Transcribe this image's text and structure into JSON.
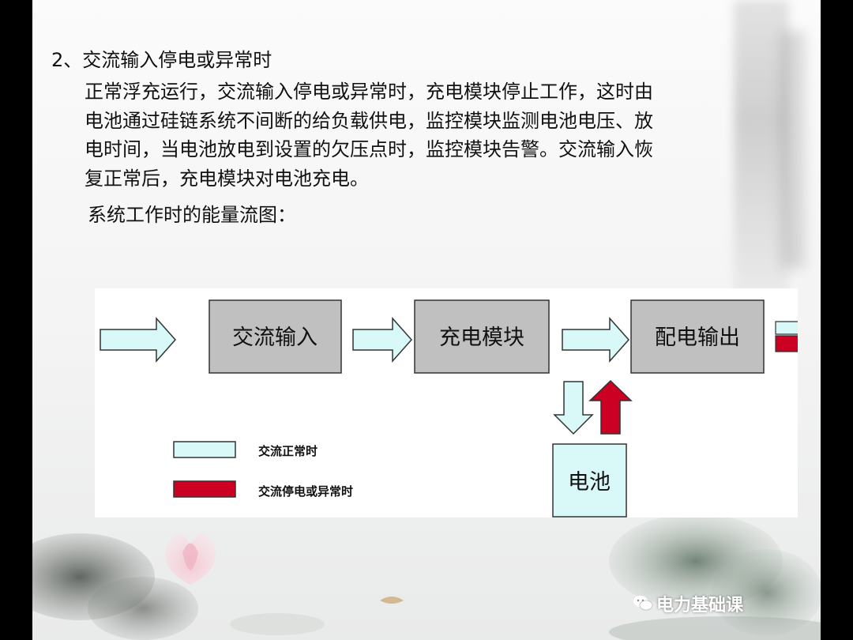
{
  "slide": {
    "heading": "2、交流输入停电或异常时",
    "lines": [
      "正常浮充运行，交流输入停电或异常时，充电模块停止工作，这时由",
      "电池通过硅链系统不间断的给负载供电，监控模块监测电池电压、放",
      "电时间，当电池放电到设置的欠压点时，监控模块告警。交流输入恢",
      "复正常后，充电模块对电池充电。"
    ],
    "caption": "系统工作时的能量流图："
  },
  "diagram": {
    "boxes": {
      "ac_input": "交流输入",
      "charger": "充电模块",
      "distribution": "配电输出",
      "battery": "电池"
    },
    "legend": {
      "normal": "交流正常时",
      "fault": "交流停电或异常时"
    },
    "colors": {
      "normal_arrow": "#d9f8f8",
      "fault_arrow": "#cc0022",
      "box_fill": "#c0c0c0",
      "battery_fill": "#d9f8f8"
    }
  },
  "watermark": {
    "text": "电力基础课"
  }
}
